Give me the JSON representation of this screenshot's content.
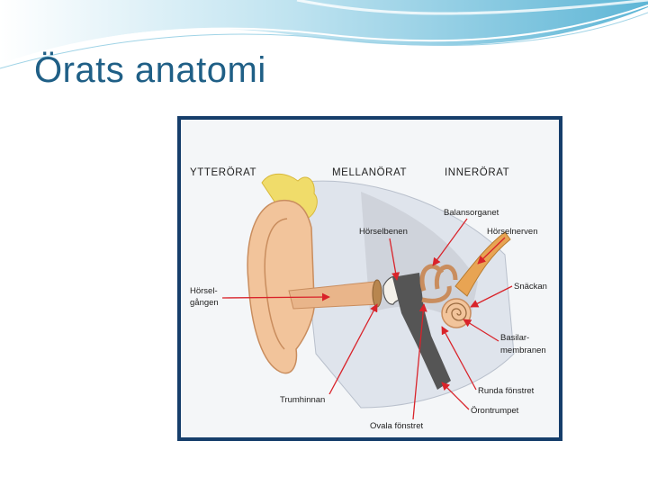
{
  "slide": {
    "title": "Örats anatomi"
  },
  "figure": {
    "regions": {
      "outer_ear": "YTTERÖRAT",
      "middle_ear": "MELLANÖRAT",
      "inner_ear": "INNERÖRAT"
    },
    "labels": {
      "balance_organ": "Balansorganet",
      "ossicles": "Hörselbenen",
      "auditory_nerve": "Hörselnerven",
      "ear_canal_line1": "Hörsel-",
      "ear_canal_line2": "gången",
      "cochlea": "Snäckan",
      "basilar_line1": "Basilar-",
      "basilar_line2": "membranen",
      "eardrum": "Trumhinnan",
      "round_window": "Runda fönstret",
      "eustachian_tube": "Örontrumpet",
      "oval_window": "Ovala fönstret"
    },
    "colors": {
      "frame": "#163e6b",
      "arrow": "#d9232a",
      "skin": "#f2c49b",
      "bone": "#c8ccd4",
      "hair": "#f0dc6a",
      "nerve": "#e8a453",
      "dark": "#555555",
      "title": "#1f5f86"
    }
  }
}
